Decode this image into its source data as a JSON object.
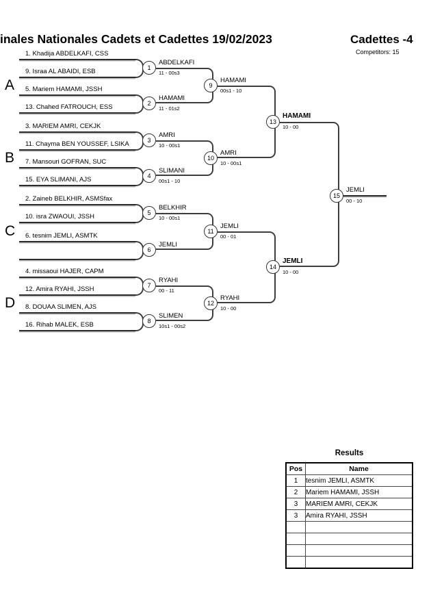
{
  "header": {
    "title": "inales Nationales Cadets et Cadettes  19/02/2023",
    "category": "Cadettes -4",
    "competitors_label": "Competitors: 15"
  },
  "groups": {
    "a": "A",
    "b": "B",
    "c": "C",
    "d": "D"
  },
  "players": {
    "p1": "1. Khadija ABDELKAFI, CSS",
    "p2": "9. Israa AL ABAIDI, ESB",
    "p3": "5. Mariem HAMAMI, JSSH",
    "p4": "13. Chahed FATROUCH, ESS",
    "p5": "3. MARIEM AMRI, CEKJK",
    "p6": "11. Chayma BEN YOUSSEF, LSIKA",
    "p7": "7. Mansouri GOFRAN, SUC",
    "p8": "15. EYA SLIMANI, AJS",
    "p9": "2. Zaineb BELKHIR, ASMSfax",
    "p10": "10. isra ZWAOUI, JSSH",
    "p11": "6. tesnim JEMLI, ASMTK",
    "p12": "",
    "p13": "4. missaoui HAJER, CAPM",
    "p14": "12. Amira RYAHI, JSSH",
    "p15": "8. DOUAA SLIMEN, AJS",
    "p16": "16. Rihab MALEK, ESB"
  },
  "matches": {
    "m1": {
      "num": "1",
      "winner": "ABDELKAFI",
      "score": "11 - 00s3"
    },
    "m2": {
      "num": "2",
      "winner": "HAMAMI",
      "score": "11 - 01s2"
    },
    "m3": {
      "num": "3",
      "winner": "AMRI",
      "score": "10 - 00s1"
    },
    "m4": {
      "num": "4",
      "winner": "SLIMANI",
      "score": "00s1 - 10"
    },
    "m5": {
      "num": "5",
      "winner": "BELKHIR",
      "score": "10 - 00s1"
    },
    "m6": {
      "num": "6",
      "winner": "JEMLI",
      "score": ""
    },
    "m7": {
      "num": "7",
      "winner": "RYAHI",
      "score": "00 - 11"
    },
    "m8": {
      "num": "8",
      "winner": "SLIMEN",
      "score": "10s1 - 00s2"
    },
    "m9": {
      "num": "9",
      "winner": "HAMAMI",
      "score": "00s1 - 10"
    },
    "m10": {
      "num": "10",
      "winner": "AMRI",
      "score": "10 - 00s1"
    },
    "m11": {
      "num": "11",
      "winner": "JEMLI",
      "score": "00 - 01"
    },
    "m12": {
      "num": "12",
      "winner": "RYAHI",
      "score": "10 - 00"
    },
    "m13": {
      "num": "13",
      "winner": "HAMAMI",
      "score": "10 - 00"
    },
    "m14": {
      "num": "14",
      "winner": "JEMLI",
      "score": "10 - 00"
    },
    "m15": {
      "num": "15",
      "winner": "JEMLI",
      "score": "00 - 10"
    }
  },
  "results": {
    "title": "Results",
    "columns": [
      "Pos",
      "Name"
    ],
    "rows": [
      [
        "1",
        "tesnim JEMLI, ASMTK"
      ],
      [
        "2",
        "Mariem HAMAMI, JSSH"
      ],
      [
        "3",
        "MARIEM AMRI, CEKJK"
      ],
      [
        "3",
        "Amira RYAHI, JSSH"
      ],
      [
        "",
        ""
      ],
      [
        "",
        ""
      ],
      [
        "",
        ""
      ],
      [
        "",
        ""
      ]
    ]
  },
  "colors": {
    "line": "#3d3d3d",
    "text": "#000000",
    "background": "#ffffff"
  }
}
